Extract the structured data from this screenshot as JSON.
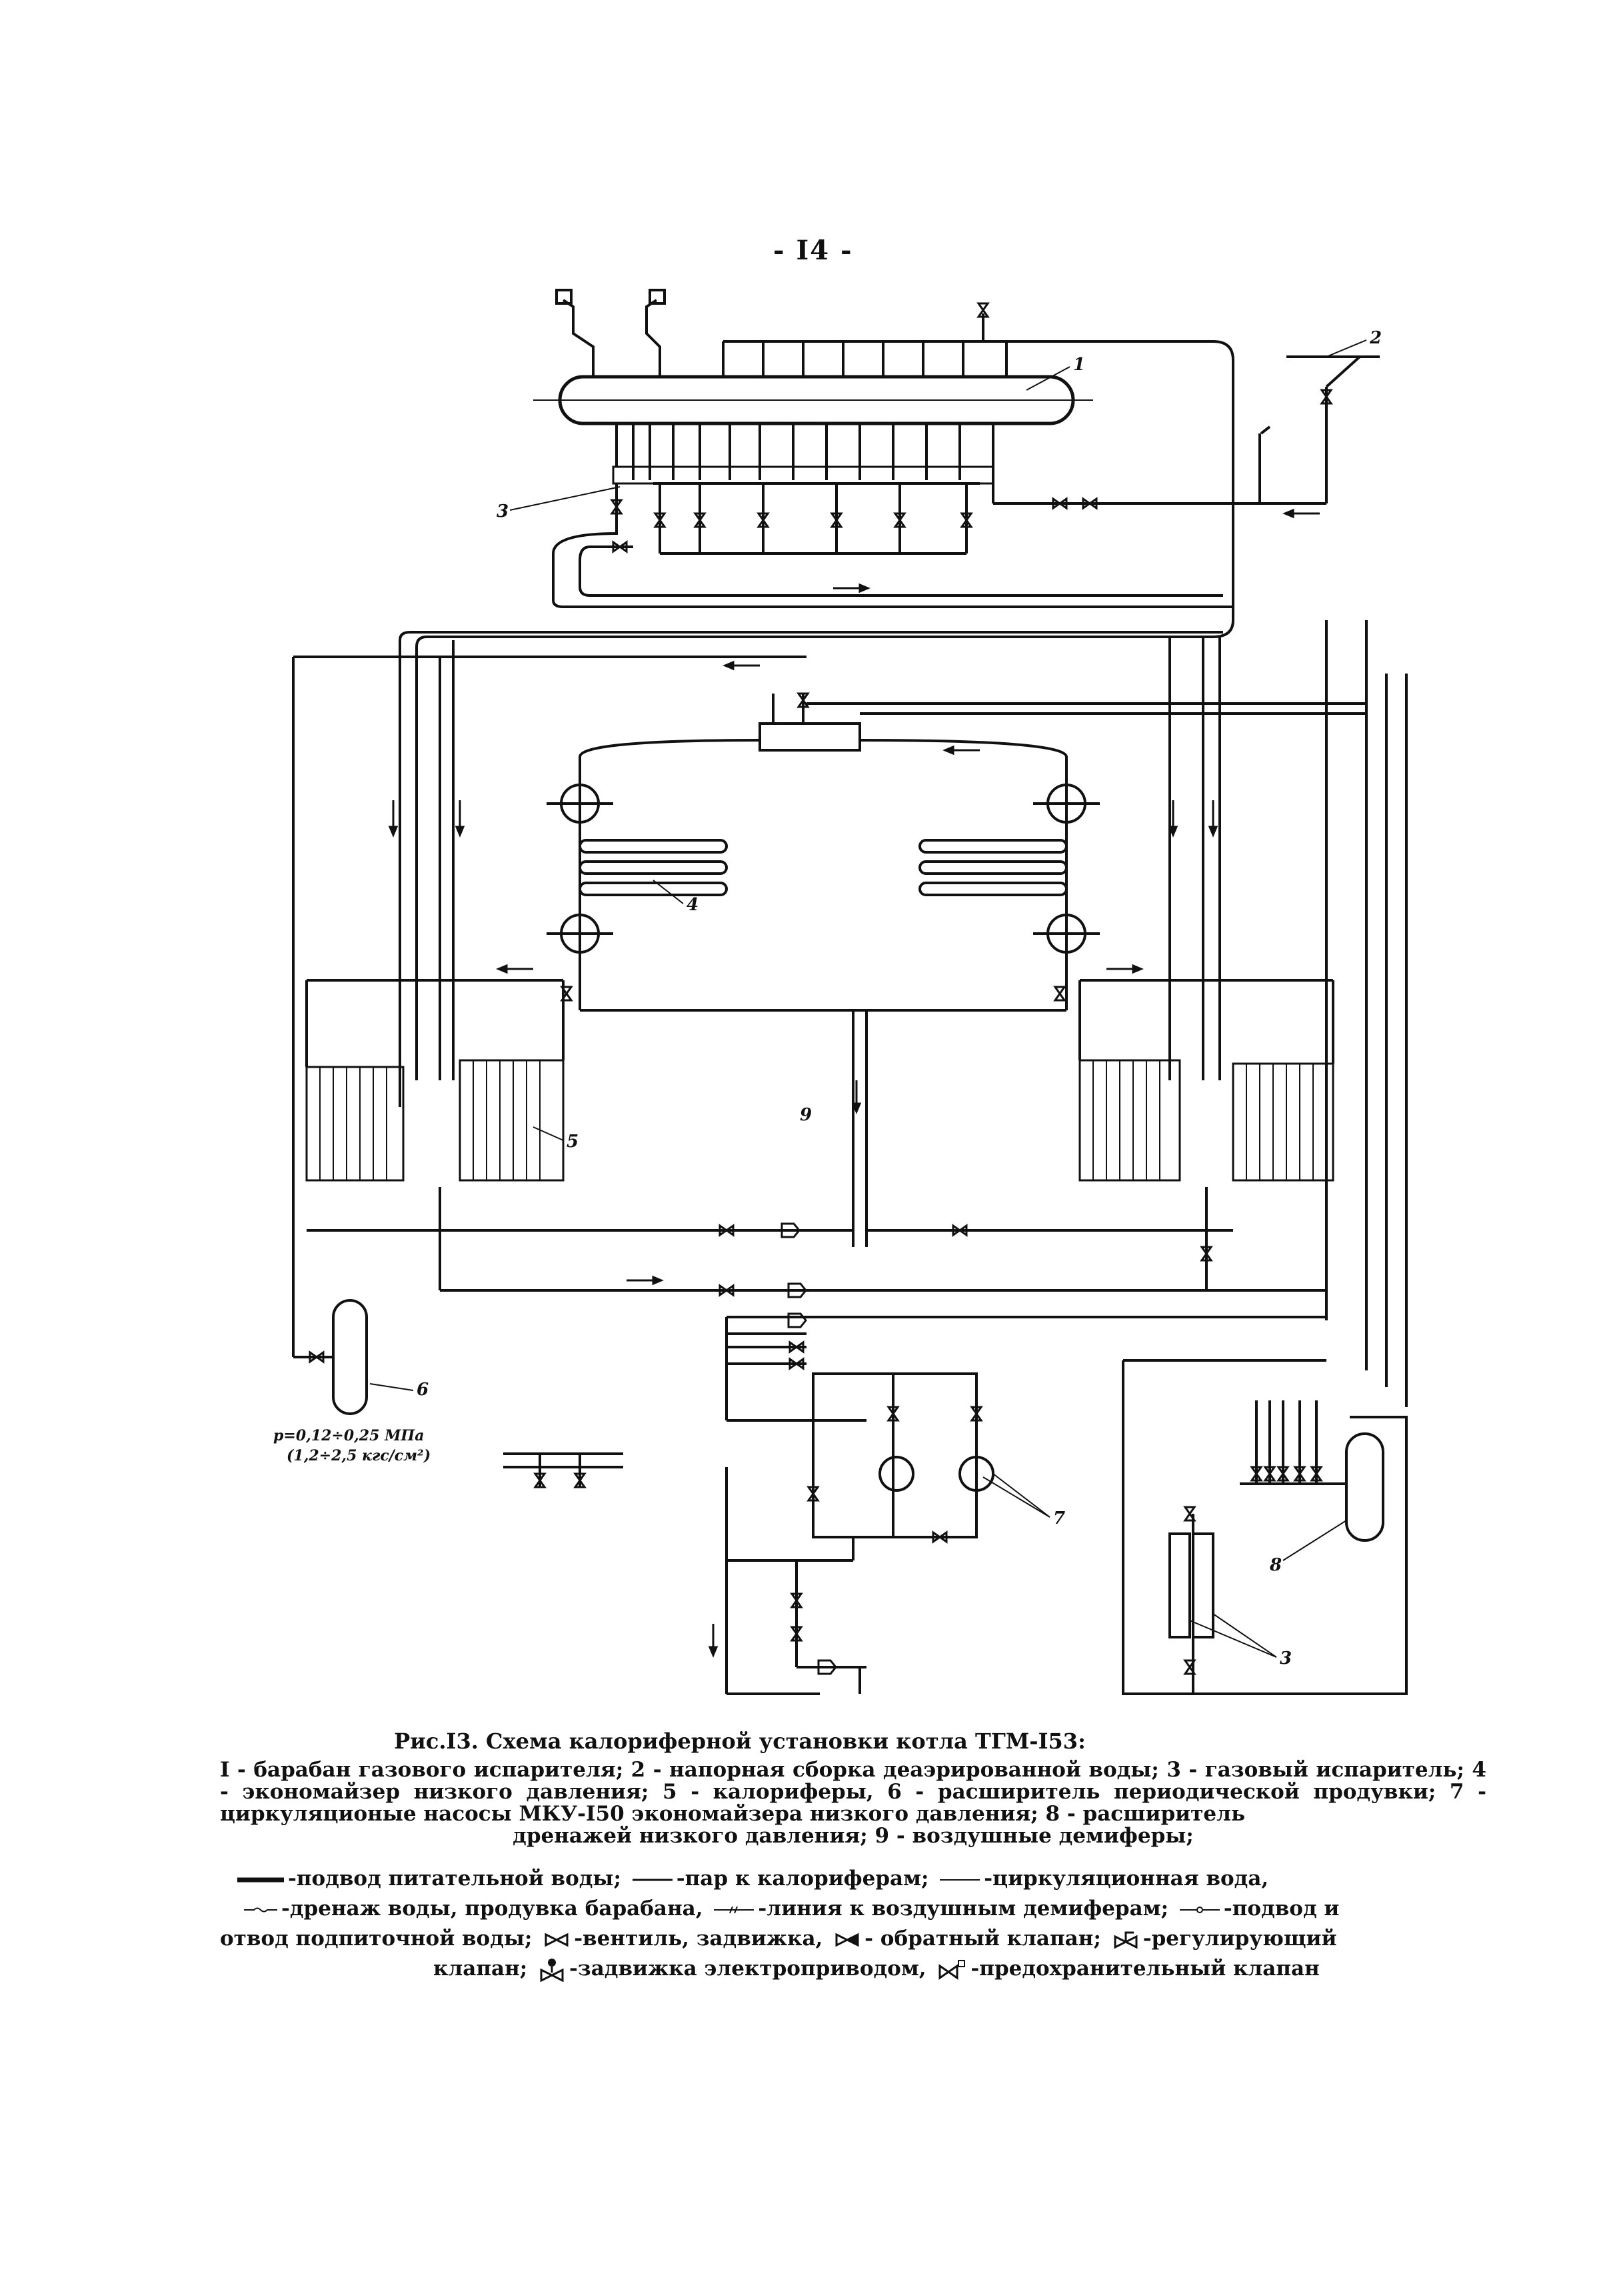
{
  "page_number": "- I4 -",
  "labels": {
    "n1": "1",
    "n2": "2",
    "n3a": "3",
    "n3b": "3",
    "n4": "4",
    "n5": "5",
    "n6": "6",
    "n7": "7",
    "n8": "8",
    "n9": "9"
  },
  "pressure_note": {
    "line1": "p=0,12÷0,25 МПа",
    "line2": "(1,2÷2,5 кгс/см²)"
  },
  "caption": {
    "title": "Рис.I3. Схема калориферной установки котла ТГМ-I53:",
    "body": "I - барабан газового испарителя; 2 - напорная сборка деаэрированной воды; 3 - газовый испаритель; 4 - экономайзер низкого давления; 5 - калориферы, 6 - расширитель периодической продувки; 7 - циркуляционые насосы МКУ-I50 экономайзера низкого давления; 8 - расширитель",
    "body_last": "дренажей низкого давления; 9 - воздушные демиферы;"
  },
  "legend": {
    "feed_water": "-подвод питательной воды;",
    "steam": "-пар к калориферам;",
    "circulation": "-циркуляционная вода,",
    "drain": "-дренаж воды, продувка барабана,",
    "dampers": "-линия к воздушным демиферам;",
    "makeup_a": "-подвод и",
    "makeup_b": "отвод подпиточной воды;",
    "valve": "-вентиль, задвижка,",
    "check_valve": "- обратный клапан;",
    "control_valve": "-регулирующий",
    "control_valve_b": "клапан;",
    "motor_valve": "-задвижка электроприводом,",
    "safety_valve": "-предохранительный клапан"
  }
}
